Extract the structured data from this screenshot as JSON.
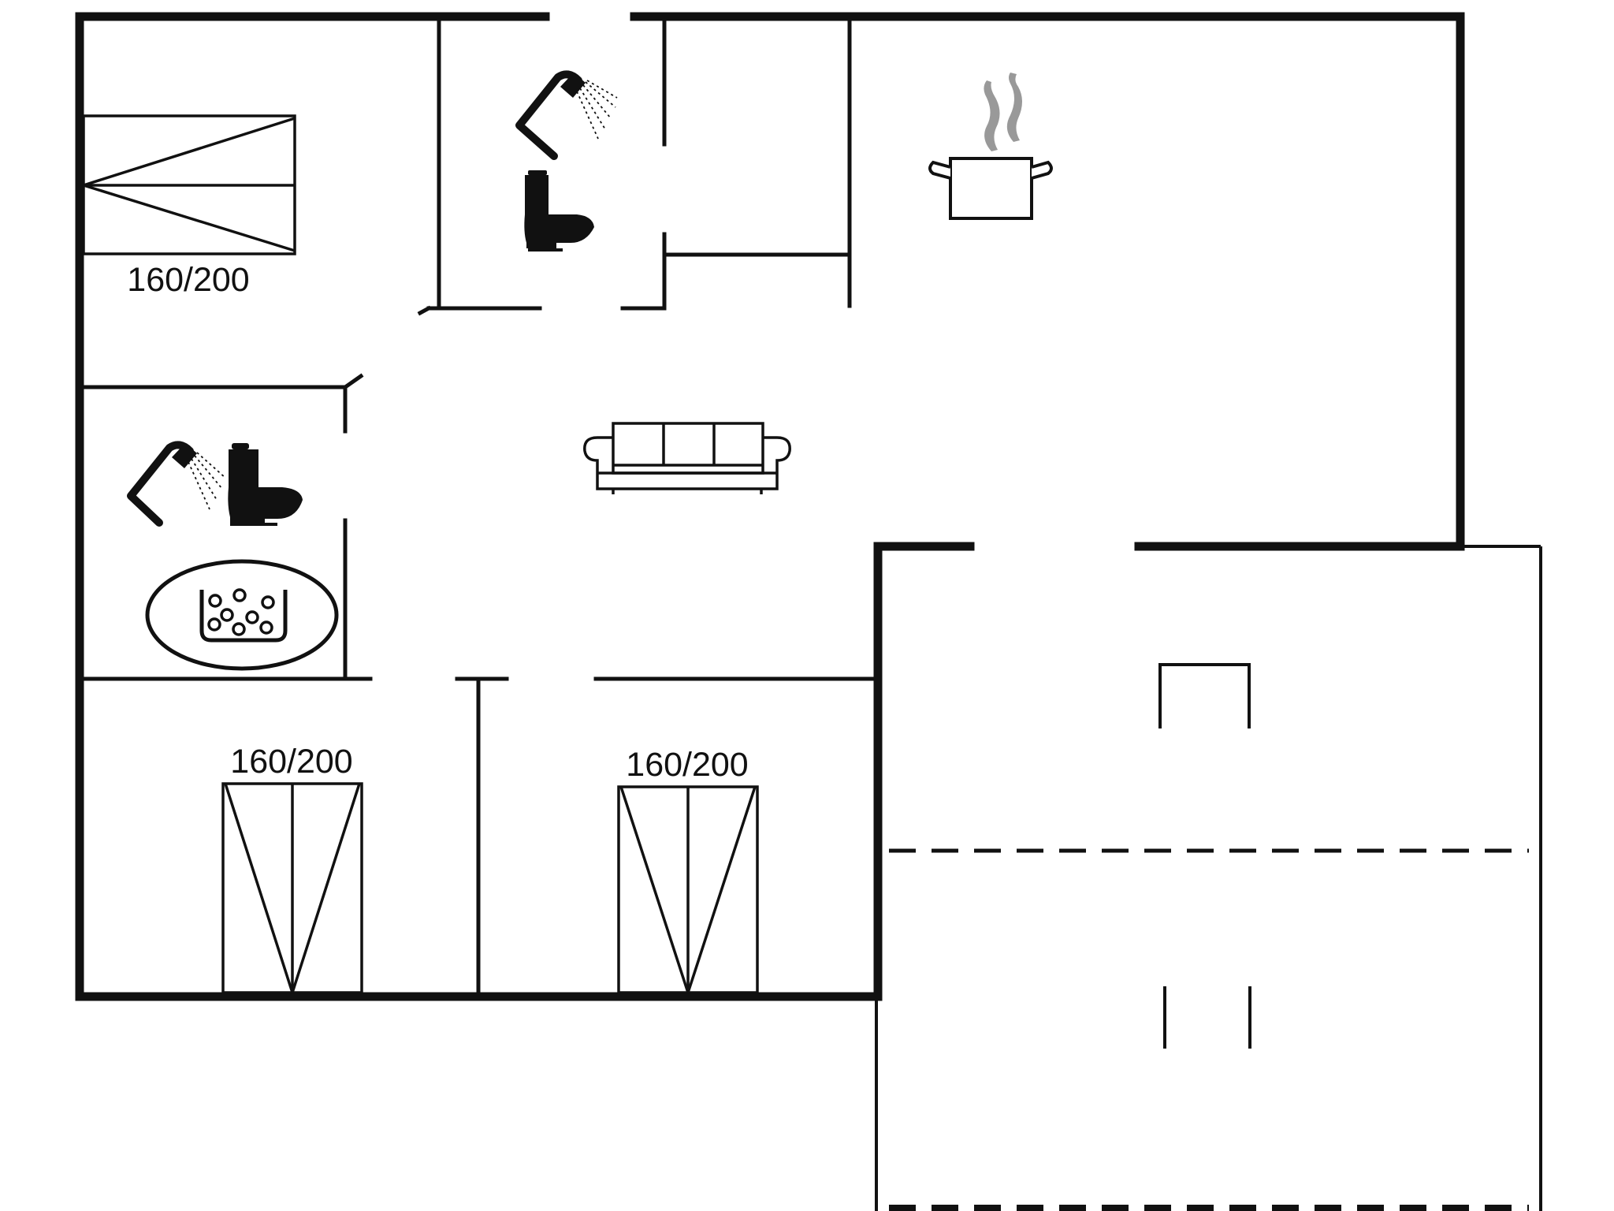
{
  "floorplan": {
    "beds": [
      {
        "label": "160/200"
      },
      {
        "label": "160/200"
      },
      {
        "label": "160/200"
      }
    ],
    "icons": [
      "shower-icon",
      "toilet-icon",
      "kitchen-pot-icon",
      "sofa-icon",
      "spa-bath-icon"
    ],
    "colors": {
      "wall": "#111111",
      "steam": "#9a9a9a",
      "background": "#ffffff"
    }
  }
}
